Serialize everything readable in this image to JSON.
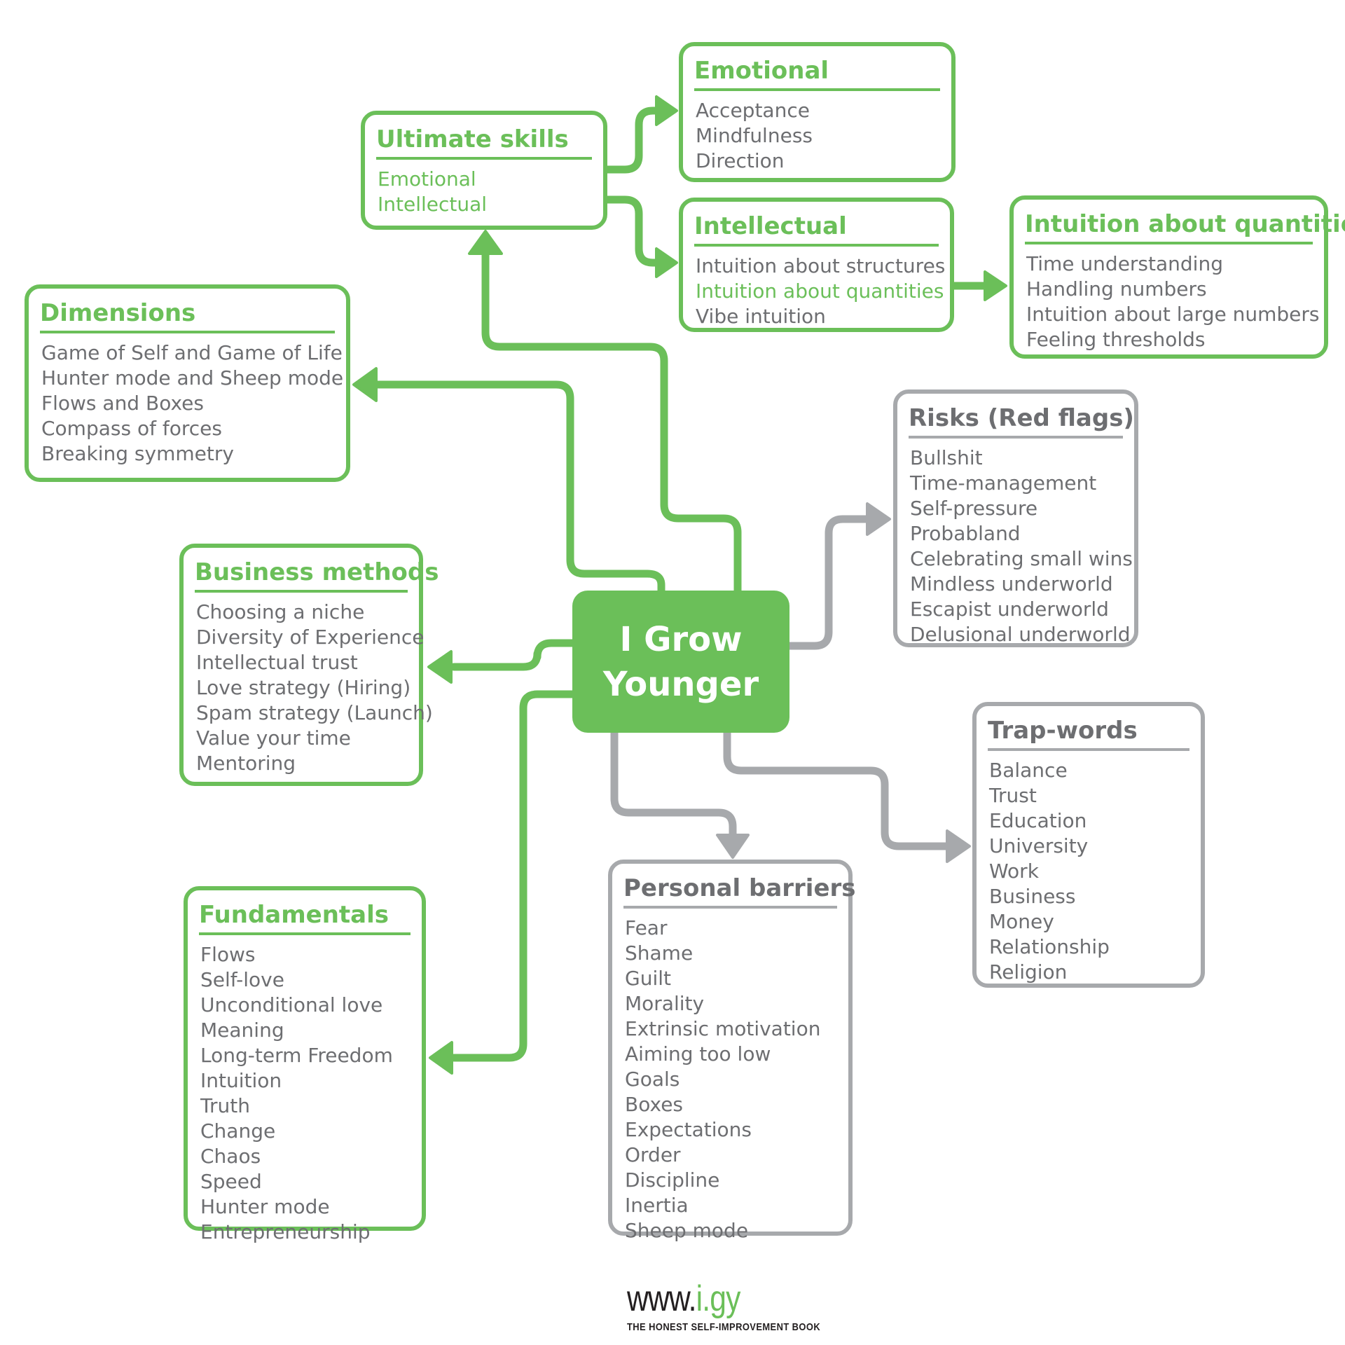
{
  "center": {
    "line1": "I Grow",
    "line2": "Younger"
  },
  "colors": {
    "green": "#6bbf59",
    "gray": "#a7a9ac",
    "text_gray": "#6d6e71"
  },
  "boxes": {
    "ultimate_skills": {
      "title": "Ultimate skills",
      "items": [
        "Emotional",
        "Intellectual"
      ]
    },
    "emotional": {
      "title": "Emotional",
      "items": [
        "Acceptance",
        "Mindfulness",
        "Direction"
      ]
    },
    "intellectual": {
      "title": "Intellectual",
      "items": [
        "Intuition about structures",
        "Intuition about quantities",
        "Vibe intuition"
      ]
    },
    "intuition_quantities": {
      "title": "Intuition about quantities",
      "items": [
        "Time understanding",
        "Handling numbers",
        "Intuition about large numbers",
        "Feeling thresholds"
      ]
    },
    "dimensions": {
      "title": "Dimensions",
      "items": [
        "Game of Self and Game of Life",
        "Hunter mode and Sheep mode",
        "Flows and Boxes",
        "Compass of forces",
        "Breaking symmetry"
      ]
    },
    "business_methods": {
      "title": "Business methods",
      "items": [
        "Choosing a niche",
        "Diversity of Experience",
        "Intellectual trust",
        "Love strategy (Hiring)",
        "Spam strategy (Launch)",
        "Value your time",
        "Mentoring"
      ]
    },
    "fundamentals": {
      "title": "Fundamentals",
      "items": [
        "Flows",
        "Self-love",
        "Unconditional love",
        "Meaning",
        "Long-term Freedom",
        "Intuition",
        "Truth",
        "Change",
        "Chaos",
        "Speed",
        "Hunter mode",
        "Entrepreneurship"
      ]
    },
    "risks": {
      "title": "Risks (Red flags)",
      "items": [
        "Bullshit",
        "Time-management",
        "Self-pressure",
        "Probabland",
        "Celebrating small wins",
        "Mindless underworld",
        "Escapist underworld",
        "Delusional underworld"
      ]
    },
    "trap_words": {
      "title": "Trap-words",
      "items": [
        "Balance",
        "Trust",
        "Education",
        "University",
        "Work",
        "Business",
        "Money",
        "Relationship",
        "Religion"
      ]
    },
    "personal_barriers": {
      "title": "Personal barriers",
      "items": [
        "Fear",
        "Shame",
        "Guilt",
        "Morality",
        "Extrinsic motivation",
        "Aiming too low",
        "Goals",
        "Boxes",
        "Expectations",
        "Order",
        "Discipline",
        "Inertia",
        "Sheep mode"
      ]
    }
  },
  "footer": {
    "logo_prefix": "www.",
    "logo_accent": "i.gy",
    "tagline": "THE HONEST SELF-IMPROVEMENT BOOK"
  }
}
